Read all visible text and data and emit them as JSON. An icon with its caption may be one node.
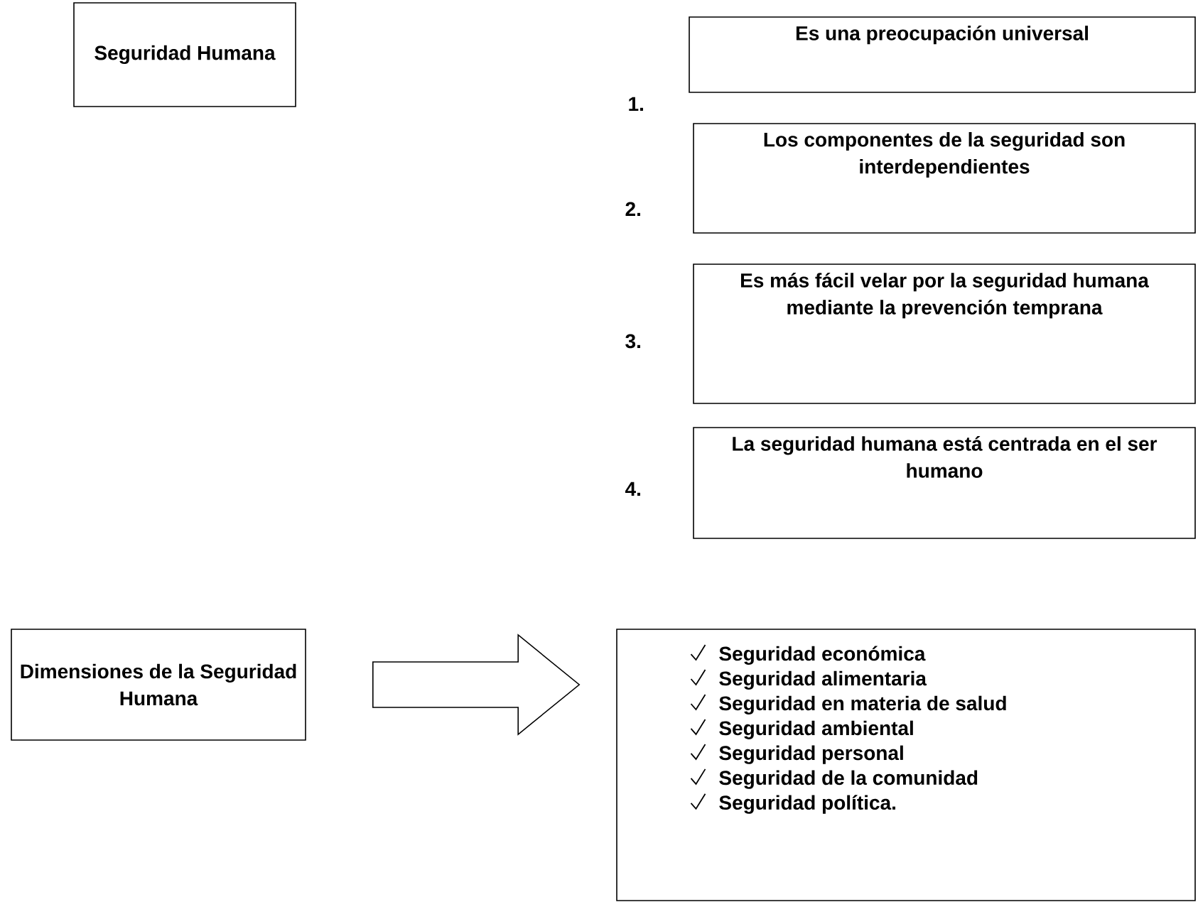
{
  "diagram": {
    "nodes": [
      {
        "text": [
          "Seguridad Humana"
        ]
      },
      {
        "text": [
          "Es una preocupación universal"
        ],
        "beside": [
          "1."
        ]
      },
      {
        "text": [
          "Los componentes de la seguridad son interdependientes"
        ],
        "beside": [
          "2."
        ]
      },
      {
        "text": [
          "Es más fácil velar por la seguridad humana mediante la prevención temprana"
        ],
        "beside": [
          "3."
        ]
      },
      {
        "text": [
          "La seguridad humana está centrada en el ser humano"
        ],
        "beside": [
          "4."
        ]
      },
      {
        "text": [
          "Dimensiones de la Seguridad Humana"
        ]
      },
      {
        "text": [
          "Seguridad económica",
          "Seguridad alimentaria",
          "Seguridad en materia de salud",
          "Seguridad ambiental",
          "Seguridad personal",
          "Seguridad de la comunidad",
          "Seguridad política."
        ]
      }
    ],
    "edges": [
      {
        "from": 5,
        "to": 6,
        "arrow": "to"
      }
    ]
  }
}
